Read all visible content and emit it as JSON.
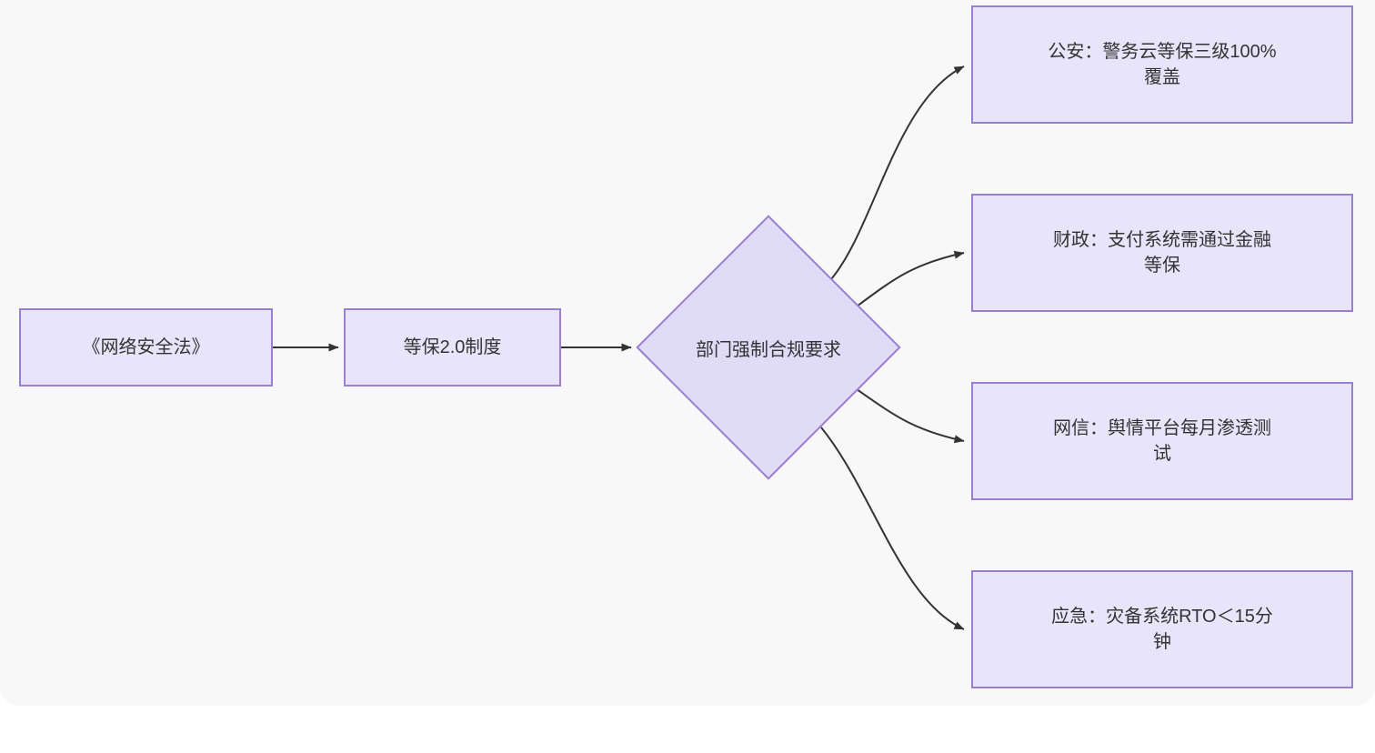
{
  "diagram": {
    "type": "flowchart",
    "direction": "left-to-right",
    "background_color": "#f8f8f8",
    "page_color": "#ffffff",
    "node_fill": "#e8e4fa",
    "node_border": "#9a7fd0",
    "node_text_color": "#333333",
    "edge_color": "#333333",
    "nodes": [
      {
        "id": "law",
        "shape": "rect",
        "label": "《网络安全法》"
      },
      {
        "id": "system",
        "shape": "rect",
        "label": "等保2.0制度"
      },
      {
        "id": "mandatory",
        "shape": "diamond",
        "label": "部门强制合规要求"
      },
      {
        "id": "police",
        "shape": "rect",
        "label": "公安：警务云等保三级100%\n覆盖"
      },
      {
        "id": "finance",
        "shape": "rect",
        "label": "财政：支付系统需通过金融\n等保"
      },
      {
        "id": "cyber",
        "shape": "rect",
        "label": "网信：舆情平台每月渗透测\n试"
      },
      {
        "id": "emergency",
        "shape": "rect",
        "label": "应急：灾备系统RTO＜15分\n钟"
      }
    ],
    "edges": [
      {
        "from": "law",
        "to": "system",
        "style": "straight",
        "arrow": "solid-triangle"
      },
      {
        "from": "system",
        "to": "mandatory",
        "style": "straight",
        "arrow": "solid-triangle"
      },
      {
        "from": "mandatory",
        "to": "police",
        "style": "curved",
        "arrow": "solid-triangle"
      },
      {
        "from": "mandatory",
        "to": "finance",
        "style": "curved",
        "arrow": "solid-triangle"
      },
      {
        "from": "mandatory",
        "to": "cyber",
        "style": "curved",
        "arrow": "solid-triangle"
      },
      {
        "from": "mandatory",
        "to": "emergency",
        "style": "curved",
        "arrow": "solid-triangle"
      }
    ]
  }
}
